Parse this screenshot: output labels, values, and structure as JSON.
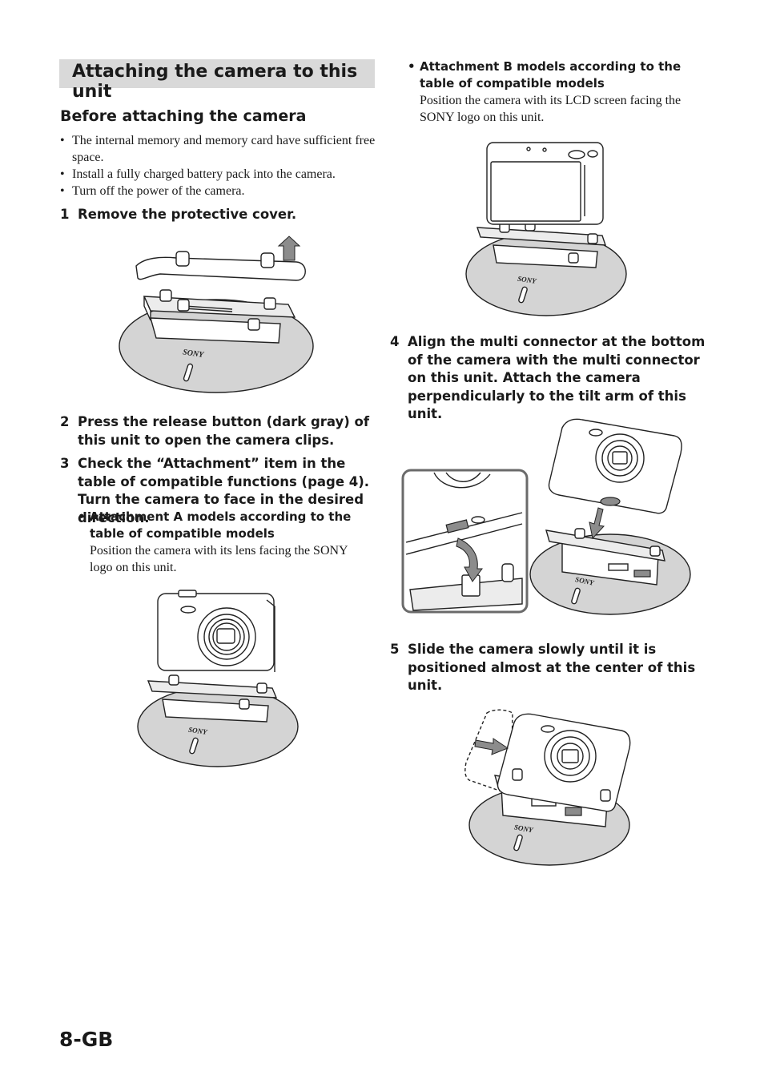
{
  "section": {
    "title": "Attaching the camera to this unit"
  },
  "before": {
    "heading": "Before attaching the camera",
    "bullets": [
      "The internal memory and memory card have sufficient free space.",
      "Install a fully charged battery pack into the camera.",
      "Turn off the power of the camera."
    ]
  },
  "steps": [
    {
      "num": "1",
      "text": "Remove the protective cover."
    },
    {
      "num": "2",
      "text": "Press the release button (dark gray) of this unit to open the camera clips."
    },
    {
      "num": "3",
      "text": "Check the “Attachment” item in the table of compatible functions (page 4). Turn the camera to face in the desired direction."
    },
    {
      "num": "4",
      "text": "Align the multi connector at the bottom of the camera with the multi connector on this unit. Attach the camera perpendicularly to the tilt arm of this unit."
    },
    {
      "num": "5",
      "text": "Slide the camera slowly until it is positioned almost at the center of this unit."
    }
  ],
  "attachment_a": {
    "title": "Attachment A models according to the table of compatible models",
    "desc": "Position the camera with its lens facing the SONY logo on this unit."
  },
  "attachment_b": {
    "title": "Attachment B models according to the table of compatible models",
    "desc": "Position the camera with its LCD screen facing the SONY logo on this unit."
  },
  "logo_text": "SONY",
  "page_number": "8-GB"
}
